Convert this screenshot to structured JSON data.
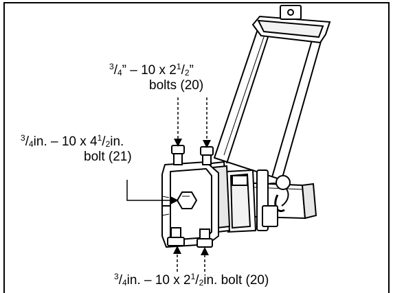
{
  "figure": {
    "frame_color": "#000000",
    "line_color": "#000000",
    "fill_color": "#ffffff",
    "shade_color": "#e6e6e6"
  },
  "callouts": {
    "top": {
      "line1": {
        "num": "3",
        "den": "4",
        "mid": "” – 10 x 2",
        "frac_num": "1",
        "frac_den": "2",
        "tail": "”"
      },
      "line2": "bolts (20)"
    },
    "left": {
      "line1": {
        "num": "3",
        "den": "4",
        "mid": "in. – 10 x 4",
        "frac_num": "1",
        "frac_den": "2",
        "tail": "in."
      },
      "line2": "bolt (21)"
    },
    "bottom": {
      "line1": {
        "num": "3",
        "den": "4",
        "mid": "in. – 10 x 2",
        "frac_num": "1",
        "frac_den": "2",
        "tail": "in. bolt (20)"
      }
    }
  }
}
